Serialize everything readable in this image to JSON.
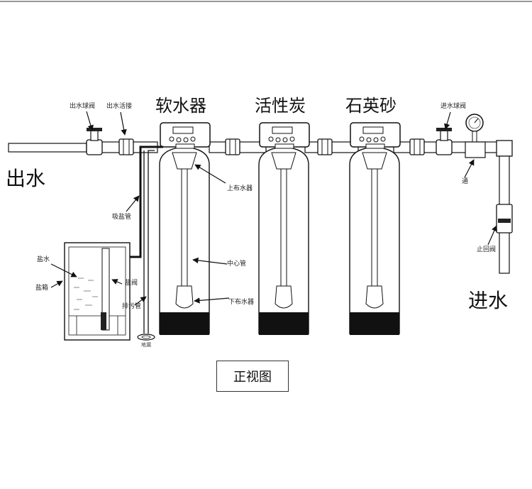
{
  "headings": {
    "softener": "软水器",
    "carbon": "活性炭",
    "quartz": "石英砂"
  },
  "labels": {
    "outlet": "出水",
    "inlet": "进水",
    "outlet_ball_valve": "出水球阀",
    "outlet_union": "出水活接",
    "inlet_ball_valve": "进水球阀",
    "upper_distributor": "上布水器",
    "suction_pipe": "吸盐管",
    "salt_water": "盐水",
    "salt_tank": "盐箱",
    "salt_valve": "盐阀",
    "drain_pipe": "排污管",
    "center_pipe": "中心管",
    "lower_distributor": "下布水器",
    "floor_drain": "地漏",
    "check_valve": "止回阀",
    "bypass": "通"
  },
  "caption": "正视图"
}
